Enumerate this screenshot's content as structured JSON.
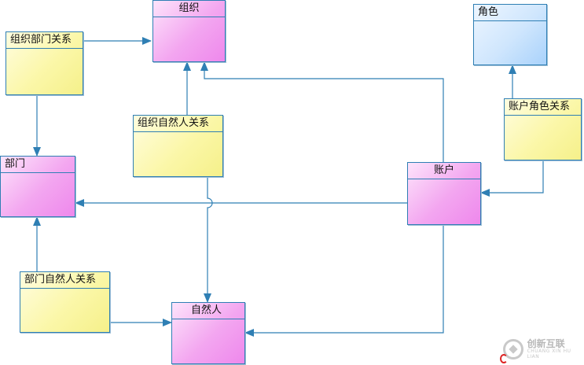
{
  "entities": {
    "org": {
      "label": "组织"
    },
    "org_dept_rel": {
      "label": "组织部门关系"
    },
    "org_person_rel": {
      "label": "组织自然人关系"
    },
    "dept": {
      "label": "部门"
    },
    "account": {
      "label": "账户"
    },
    "role": {
      "label": "角色"
    },
    "account_role_rel": {
      "label": "账户角色关系"
    },
    "dept_person_rel": {
      "label": "部门自然人关系"
    },
    "person": {
      "label": "自然人"
    }
  },
  "colors": {
    "line": "#2f7fb4",
    "entity_fill": "#f3a6f0",
    "relation_fill": "#fbf7a8",
    "role_fill": "#cfe6fd"
  },
  "watermark": {
    "text": "创新互联",
    "subtext": "CHUANG XIN HU LIAN",
    "icon": "logo-icon"
  }
}
